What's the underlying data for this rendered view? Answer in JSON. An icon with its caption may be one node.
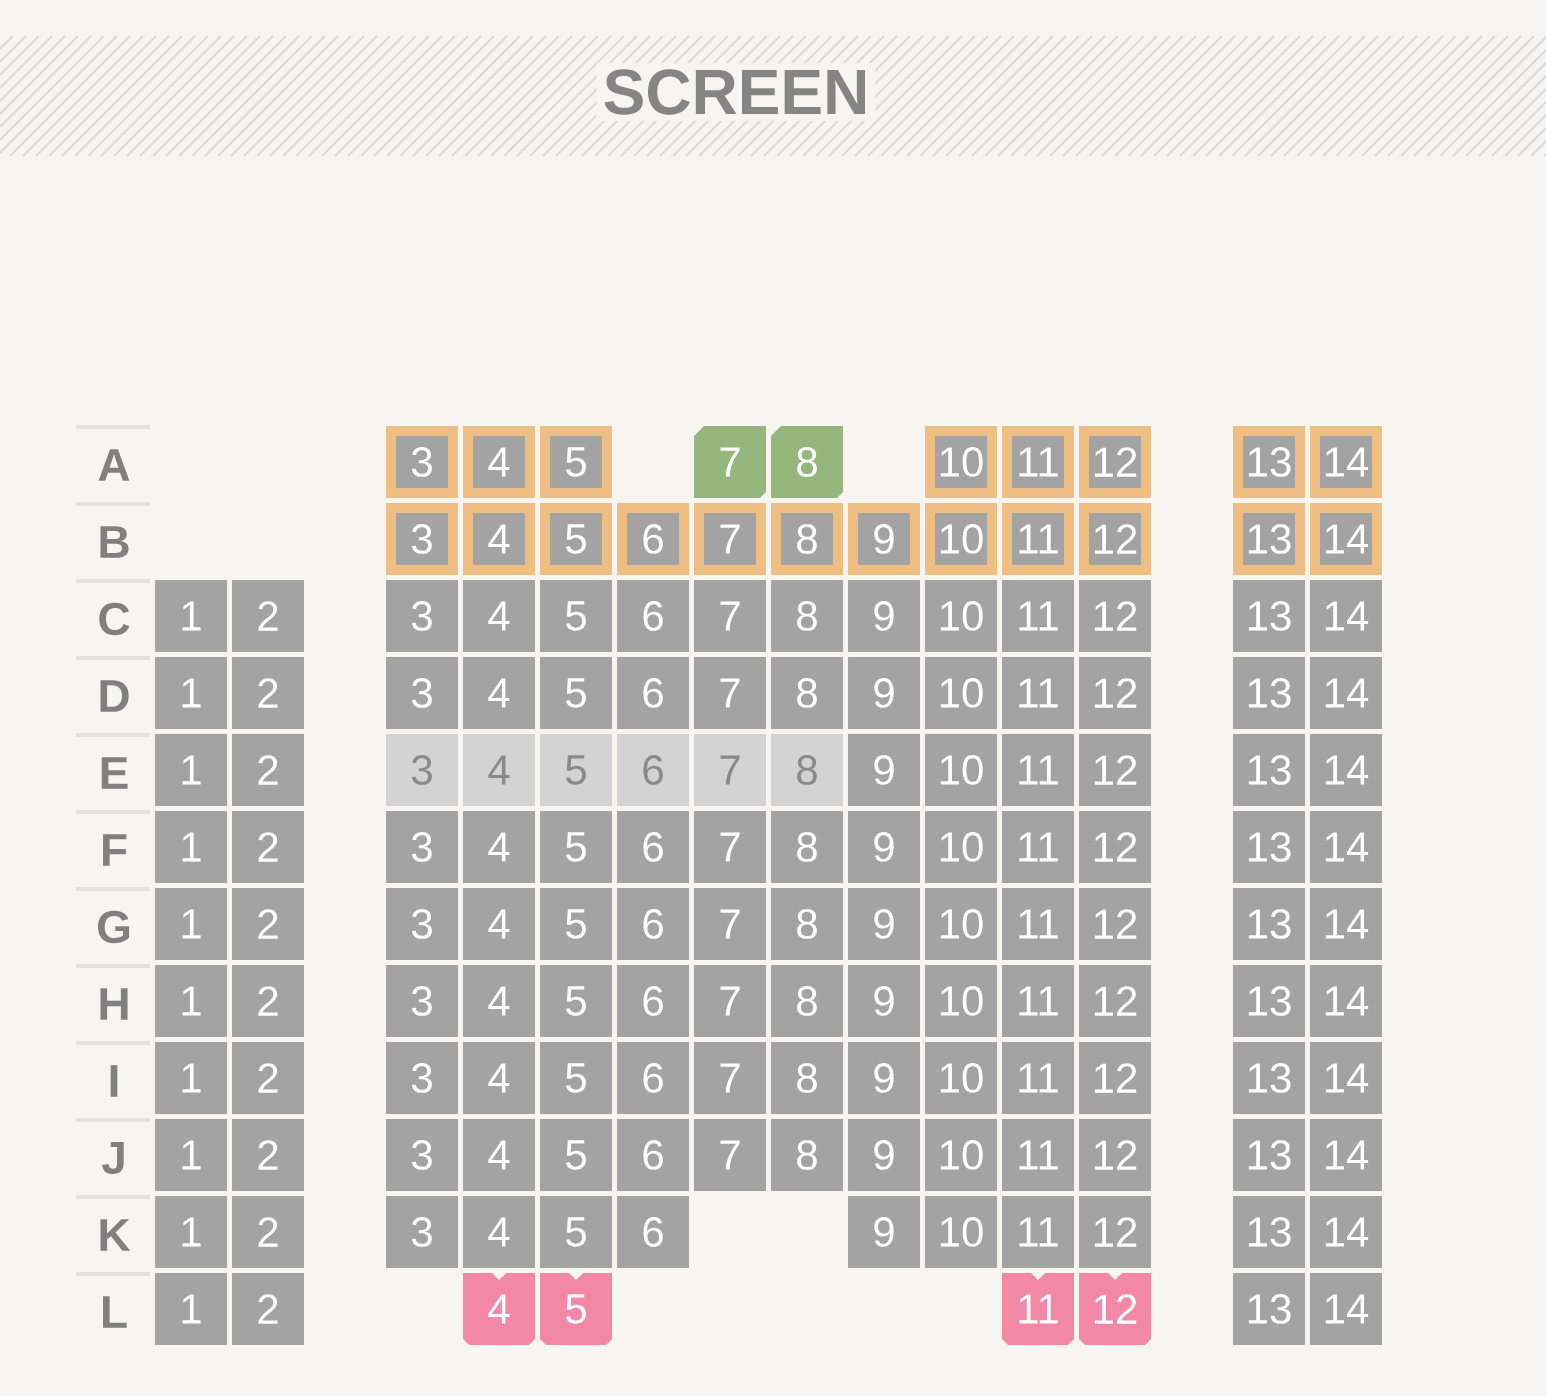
{
  "diagram": {
    "nodes": [
      {
        "text": [
          "SCREEN"
        ]
      },
      {
        "text": [
          "3"
        ]
      },
      {
        "text": [
          "4"
        ]
      },
      {
        "text": [
          "5"
        ]
      },
      {
        "text": [
          "7"
        ]
      },
      {
        "text": [
          "8"
        ]
      },
      {
        "text": [
          "10"
        ]
      },
      {
        "text": [
          "11"
        ]
      },
      {
        "text": [
          "12"
        ]
      },
      {
        "text": [
          "13"
        ]
      },
      {
        "text": [
          "14"
        ]
      },
      {
        "text": [
          "3"
        ]
      },
      {
        "text": [
          "4"
        ]
      },
      {
        "text": [
          "5"
        ]
      },
      {
        "text": [
          "6"
        ]
      },
      {
        "text": [
          "7"
        ]
      },
      {
        "text": [
          "8"
        ]
      },
      {
        "text": [
          "9"
        ]
      },
      {
        "text": [
          "10"
        ]
      },
      {
        "text": [
          "11"
        ]
      },
      {
        "text": [
          "12"
        ]
      },
      {
        "text": [
          "13"
        ]
      },
      {
        "text": [
          "14"
        ]
      },
      {
        "text": [
          "1"
        ]
      },
      {
        "text": [
          "2"
        ]
      },
      {
        "text": [
          "3"
        ]
      },
      {
        "text": [
          "4"
        ]
      },
      {
        "text": [
          "5"
        ]
      },
      {
        "text": [
          "6"
        ]
      },
      {
        "text": [
          "7"
        ]
      },
      {
        "text": [
          "8"
        ]
      },
      {
        "text": [
          "9"
        ]
      },
      {
        "text": [
          "10"
        ]
      },
      {
        "text": [
          "11"
        ]
      },
      {
        "text": [
          "12"
        ]
      },
      {
        "text": [
          "13"
        ]
      },
      {
        "text": [
          "14"
        ]
      },
      {
        "text": [
          "1"
        ]
      },
      {
        "text": [
          "2"
        ]
      },
      {
        "text": [
          "3"
        ]
      },
      {
        "text": [
          "4"
        ]
      },
      {
        "text": [
          "5"
        ]
      },
      {
        "text": [
          "6"
        ]
      },
      {
        "text": [
          "7"
        ]
      },
      {
        "text": [
          "8"
        ]
      },
      {
        "text": [
          "9"
        ]
      },
      {
        "text": [
          "10"
        ]
      },
      {
        "text": [
          "11"
        ]
      },
      {
        "text": [
          "12"
        ]
      },
      {
        "text": [
          "13"
        ]
      },
      {
        "text": [
          "14"
        ]
      },
      {
        "text": [
          "1"
        ]
      },
      {
        "text": [
          "2"
        ]
      },
      {
        "text": [
          "3"
        ]
      },
      {
        "text": [
          "4"
        ]
      },
      {
        "text": [
          "5"
        ]
      },
      {
        "text": [
          "6"
        ]
      },
      {
        "text": [
          "7"
        ]
      },
      {
        "text": [
          "8"
        ]
      },
      {
        "text": [
          "9"
        ]
      },
      {
        "text": [
          "10"
        ]
      },
      {
        "text": [
          "11"
        ]
      },
      {
        "text": [
          "12"
        ]
      },
      {
        "text": [
          "13"
        ]
      },
      {
        "text": [
          "14"
        ]
      },
      {
        "text": [
          "1"
        ]
      },
      {
        "text": [
          "2"
        ]
      },
      {
        "text": [
          "3"
        ]
      },
      {
        "text": [
          "4"
        ]
      },
      {
        "text": [
          "5"
        ]
      },
      {
        "text": [
          "6"
        ]
      },
      {
        "text": [
          "7"
        ]
      },
      {
        "text": [
          "8"
        ]
      },
      {
        "text": [
          "9"
        ]
      },
      {
        "text": [
          "10"
        ]
      },
      {
        "text": [
          "11"
        ]
      },
      {
        "text": [
          "12"
        ]
      },
      {
        "text": [
          "13"
        ]
      },
      {
        "text": [
          "14"
        ]
      },
      {
        "text": [
          "1"
        ]
      },
      {
        "text": [
          "2"
        ]
      },
      {
        "text": [
          "3"
        ]
      },
      {
        "text": [
          "4"
        ]
      },
      {
        "text": [
          "5"
        ]
      },
      {
        "text": [
          "6"
        ]
      },
      {
        "text": [
          "7"
        ]
      },
      {
        "text": [
          "8"
        ]
      },
      {
        "text": [
          "9"
        ]
      },
      {
        "text": [
          "10"
        ]
      },
      {
        "text": [
          "11"
        ]
      },
      {
        "text": [
          "12"
        ]
      },
      {
        "text": [
          "13"
        ]
      },
      {
        "text": [
          "14"
        ]
      },
      {
        "text": [
          "1"
        ]
      },
      {
        "text": [
          "2"
        ]
      },
      {
        "text": [
          "3"
        ]
      },
      {
        "text": [
          "4"
        ]
      },
      {
        "text": [
          "5"
        ]
      },
      {
        "text": [
          "6"
        ]
      },
      {
        "text": [
          "7"
        ]
      },
      {
        "text": [
          "8"
        ]
      },
      {
        "text": [
          "9"
        ]
      },
      {
        "text": [
          "10"
        ]
      },
      {
        "text": [
          "11"
        ]
      },
      {
        "text": [
          "12"
        ]
      },
      {
        "text": [
          "13"
        ]
      },
      {
        "text": [
          "14"
        ]
      },
      {
        "text": [
          "1"
        ]
      },
      {
        "text": [
          "2"
        ]
      },
      {
        "text": [
          "3"
        ]
      },
      {
        "text": [
          "4"
        ]
      },
      {
        "text": [
          "5"
        ]
      },
      {
        "text": [
          "6"
        ]
      },
      {
        "text": [
          "7"
        ]
      },
      {
        "text": [
          "8"
        ]
      },
      {
        "text": [
          "9"
        ]
      },
      {
        "text": [
          "10"
        ]
      },
      {
        "text": [
          "11"
        ]
      },
      {
        "text": [
          "12"
        ]
      },
      {
        "text": [
          "13"
        ]
      },
      {
        "text": [
          "14"
        ]
      },
      {
        "text": [
          "1"
        ]
      },
      {
        "text": [
          "2"
        ]
      },
      {
        "text": [
          "3"
        ]
      },
      {
        "text": [
          "4"
        ]
      },
      {
        "text": [
          "5"
        ]
      },
      {
        "text": [
          "6"
        ]
      },
      {
        "text": [
          "7"
        ]
      },
      {
        "text": [
          "8"
        ]
      },
      {
        "text": [
          "9"
        ]
      },
      {
        "text": [
          "10"
        ]
      },
      {
        "text": [
          "11"
        ]
      },
      {
        "text": [
          "12"
        ]
      },
      {
        "text": [
          "13"
        ]
      },
      {
        "text": [
          "14"
        ]
      },
      {
        "text": [
          "1"
        ]
      },
      {
        "text": [
          "2"
        ]
      },
      {
        "text": [
          "3"
        ]
      },
      {
        "text": [
          "4"
        ]
      },
      {
        "text": [
          "5"
        ]
      },
      {
        "text": [
          "6"
        ]
      },
      {
        "text": [
          "9"
        ]
      },
      {
        "text": [
          "10"
        ]
      },
      {
        "text": [
          "11"
        ]
      },
      {
        "text": [
          "12"
        ]
      },
      {
        "text": [
          "13"
        ]
      },
      {
        "text": [
          "14"
        ]
      },
      {
        "text": [
          "1"
        ]
      },
      {
        "text": [
          "2"
        ]
      },
      {
        "text": [
          "4"
        ]
      },
      {
        "text": [
          "5"
        ]
      },
      {
        "text": [
          "11"
        ]
      },
      {
        "text": [
          "12"
        ]
      },
      {
        "text": [
          "13"
        ]
      },
      {
        "text": [
          "14"
        ]
      }
    ],
    "labels": [
      "A",
      "B",
      "C",
      "D",
      "E",
      "F",
      "G",
      "H",
      "I",
      "J",
      "K",
      "L"
    ]
  }
}
